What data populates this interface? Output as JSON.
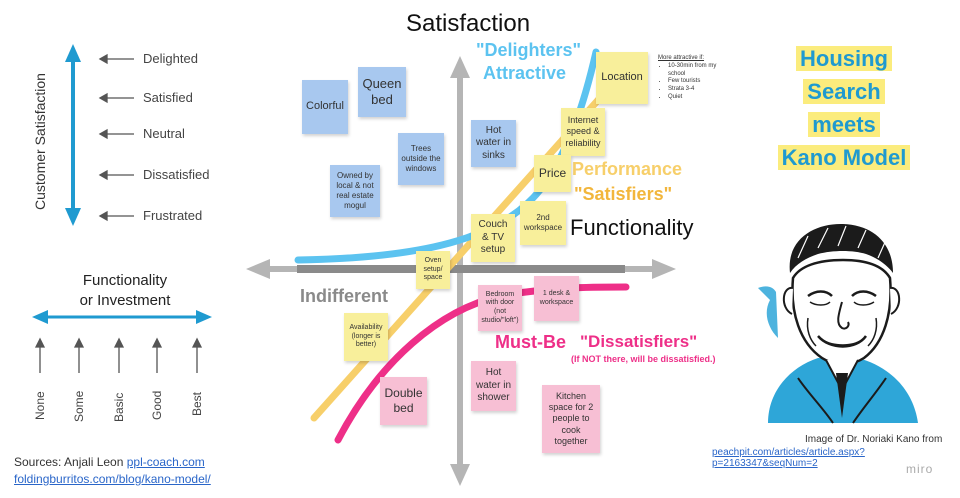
{
  "title": "Satisfaction",
  "left_scale": {
    "axis_label": "Customer Satisfaction",
    "levels": [
      "Delighted",
      "Satisfied",
      "Neutral",
      "Dissatisfied",
      "Frustrated"
    ],
    "func_title_line1": "Functionality",
    "func_title_line2": "or Investment",
    "func_levels": [
      "None",
      "Some",
      "Basic",
      "Good",
      "Best"
    ]
  },
  "axes": {
    "x_label": "Functionality",
    "indifferent": "Indifferent"
  },
  "categories": {
    "delighters_quote": "\"Delighters\"",
    "delighters_sub": "Attractive",
    "performance_sub": "Performance",
    "performance_quote": "\"Satisfiers\"",
    "mustbe_sub": "Must-Be",
    "mustbe_quote": "\"Dissatisfiers\"",
    "mustbe_note": "(If NOT there, will be dissatisfied.)"
  },
  "notes": {
    "colorful": "Colorful",
    "queen_bed": "Queen bed",
    "trees": "Trees outside the windows",
    "owned_local": "Owned by local & not real estate mogul",
    "hot_water_sinks": "Hot water in sinks",
    "location": "Location",
    "internet": "Internet speed & reliability",
    "price": "Price",
    "couch_tv": "Couch & TV setup",
    "second_workspace": "2nd workspace",
    "oven": "Oven setup/ space",
    "bedroom_door": "Bedroom with door (not studio/\"loft\")",
    "one_desk": "1 desk & workspace",
    "availability": "Availability (longer is better)",
    "double_bed": "Double bed",
    "hot_water_shower": "Hot water in shower",
    "kitchen_space": "Kitchen space for 2 people to cook together"
  },
  "location_notes": {
    "heading": "More attractive if:",
    "items": [
      "10-30min from my school",
      "Few tourists",
      "Strata 3-4",
      "Quiet"
    ]
  },
  "headline": {
    "line1": "Housing",
    "line2": "Search",
    "line3": "meets",
    "line4": "Kano Model"
  },
  "credits": {
    "image_caption": "Image of Dr. Noriaki Kano from",
    "image_link": "peachpit.com/articles/article.aspx?p=2163347&seqNum=2",
    "sources_label": "Sources: Anjali Leon",
    "source1": "ppl-coach.com",
    "source2": "foldingburritos.com/blog/kano-model/",
    "brand": "miro"
  },
  "colors": {
    "delighters": "#5cc3f0",
    "performance": "#f7cf6a",
    "mustbe": "#ee2f88",
    "axis": "#b5b5b5",
    "scale_arrow": "#1f9ad0"
  },
  "icons": {
    "portrait": "kano-portrait-illustration"
  }
}
